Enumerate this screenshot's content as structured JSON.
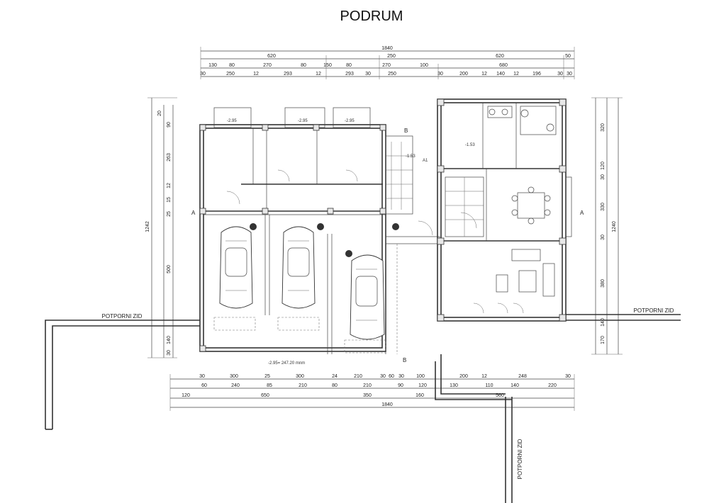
{
  "title": "PODRUM",
  "labels": {
    "retaining_wall": "POTPORNI ZID",
    "section_a": "A",
    "section_b": "B",
    "level_note": "-2.95= 247.20 mnm"
  },
  "top_dims": {
    "row1": [
      "1840"
    ],
    "row2": [
      "620",
      "250",
      "620",
      "50"
    ],
    "row3": [
      "130",
      "80",
      "270",
      "80",
      "150",
      "80",
      "270",
      "100",
      "680"
    ],
    "row4": [
      "30",
      "250",
      "12",
      "293",
      "12",
      "293",
      "30",
      "250",
      "30",
      "200",
      "12",
      "140",
      "12",
      "196",
      "30",
      "30"
    ]
  },
  "bottom_dims": {
    "row1": [
      "30",
      "300",
      "25",
      "300",
      "24",
      "210",
      "30",
      "60",
      "30",
      "100",
      "200",
      "12",
      "248",
      "30"
    ],
    "row2": [
      "60",
      "240",
      "85",
      "210",
      "80",
      "210",
      "90",
      "120",
      "130",
      "110",
      "140",
      "220"
    ],
    "row3": [
      "120",
      "650",
      "350",
      "160",
      "560"
    ],
    "row4": [
      "1840"
    ]
  },
  "left_dims": [
    "20",
    "90",
    "263",
    "12",
    "15",
    "25",
    "500",
    "140",
    "30",
    "1242"
  ],
  "right_dims": [
    "320",
    "120",
    "30",
    "330",
    "30",
    "380",
    "140",
    "170",
    "1240"
  ],
  "room_marks": [
    "-2.95",
    "-2.95",
    "-2.95",
    "-1.53",
    "A1",
    "-1.53"
  ]
}
